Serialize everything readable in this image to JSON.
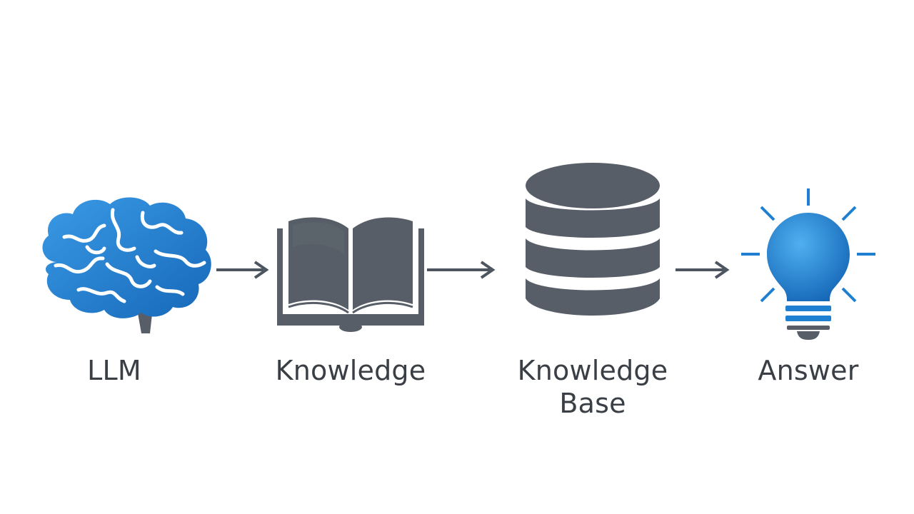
{
  "nodes": [
    {
      "id": "llm",
      "label": "LLM",
      "icon": "brain-icon"
    },
    {
      "id": "knowledge",
      "label": "Knowledge",
      "icon": "open-book-icon"
    },
    {
      "id": "knowledge-base",
      "label_line1": "Knowledge",
      "label_line2": "Base",
      "icon": "database-icon"
    },
    {
      "id": "answer",
      "label": "Answer",
      "icon": "lightbulb-icon"
    }
  ],
  "colors": {
    "accent_blue": "#1f7fd1",
    "dark_gray": "#575e67",
    "label_text": "#3a3f45",
    "arrow": "#4d5560",
    "background": "#ffffff"
  }
}
